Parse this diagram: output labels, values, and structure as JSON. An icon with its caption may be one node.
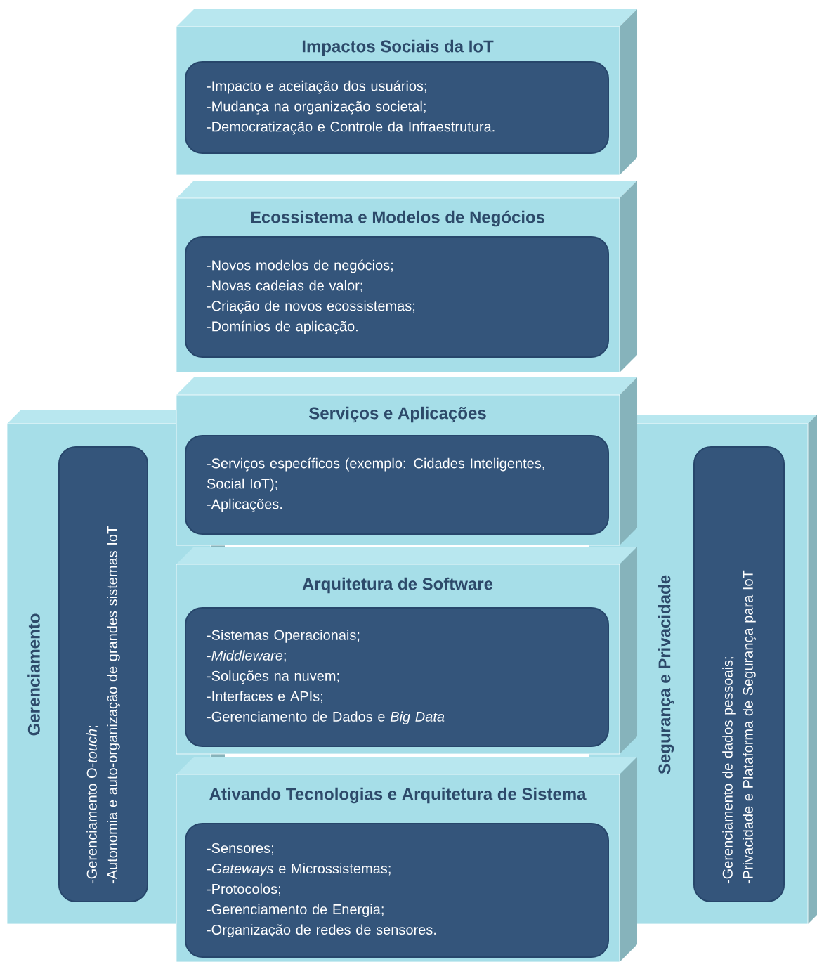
{
  "diagram": {
    "nodes": [
      {
        "text": [
          "Impactos Sociais da IoT"
        ]
      },
      {
        "text": [
          "-Impacto e aceitação dos usuários;",
          "-Mudança na organização societal;",
          "-Democratização e Controle da Infraestrutura."
        ],
        "in": 0
      },
      {
        "text": [
          "Ecossistema e Modelos de Negócios"
        ]
      },
      {
        "text": [
          "-Novos modelos de negócios;",
          "-Novas cadeias de valor;",
          "-Criação de novos ecossistemas;",
          "-Domínios de aplicação."
        ],
        "in": 2
      },
      {
        "text": [
          "Gerenciamento"
        ]
      },
      {
        "text": [
          "-Gerenciamento O-*touch*;",
          "-Autonomia e auto-organização de grandes sistemas IoT"
        ],
        "in": 4
      },
      {
        "text": [
          "Serviços e Aplicações"
        ]
      },
      {
        "text": [
          "-Serviços específicos (exemplo: Cidades Inteligentes, Social IoT);",
          "-Aplicações."
        ],
        "in": 6
      },
      {
        "text": [
          "Arquitetura de Software"
        ]
      },
      {
        "text": [
          "-Sistemas Operacionais;",
          "-*Middleware*;",
          "-Soluções na nuvem;",
          "-Interfaces e APIs;",
          "-Gerenciamento de Dados e *Big Data*"
        ],
        "in": 8
      },
      {
        "text": [
          "Ativando Tecnologias e Arquitetura de Sistema"
        ]
      },
      {
        "text": [
          "-Sensores;",
          "-*Gateways* e Microssistemas;",
          "-Protocolos;",
          "-Gerenciamento de Energia;",
          "-Organização de redes de sensores."
        ],
        "in": 10
      },
      {
        "text": [
          "Segurança e Privacidade"
        ]
      },
      {
        "text": [
          "-Gerenciamento de dados pessoais;",
          "-Privacidade e Plataforma de Segurança para IoT"
        ],
        "in": 12
      }
    ]
  }
}
